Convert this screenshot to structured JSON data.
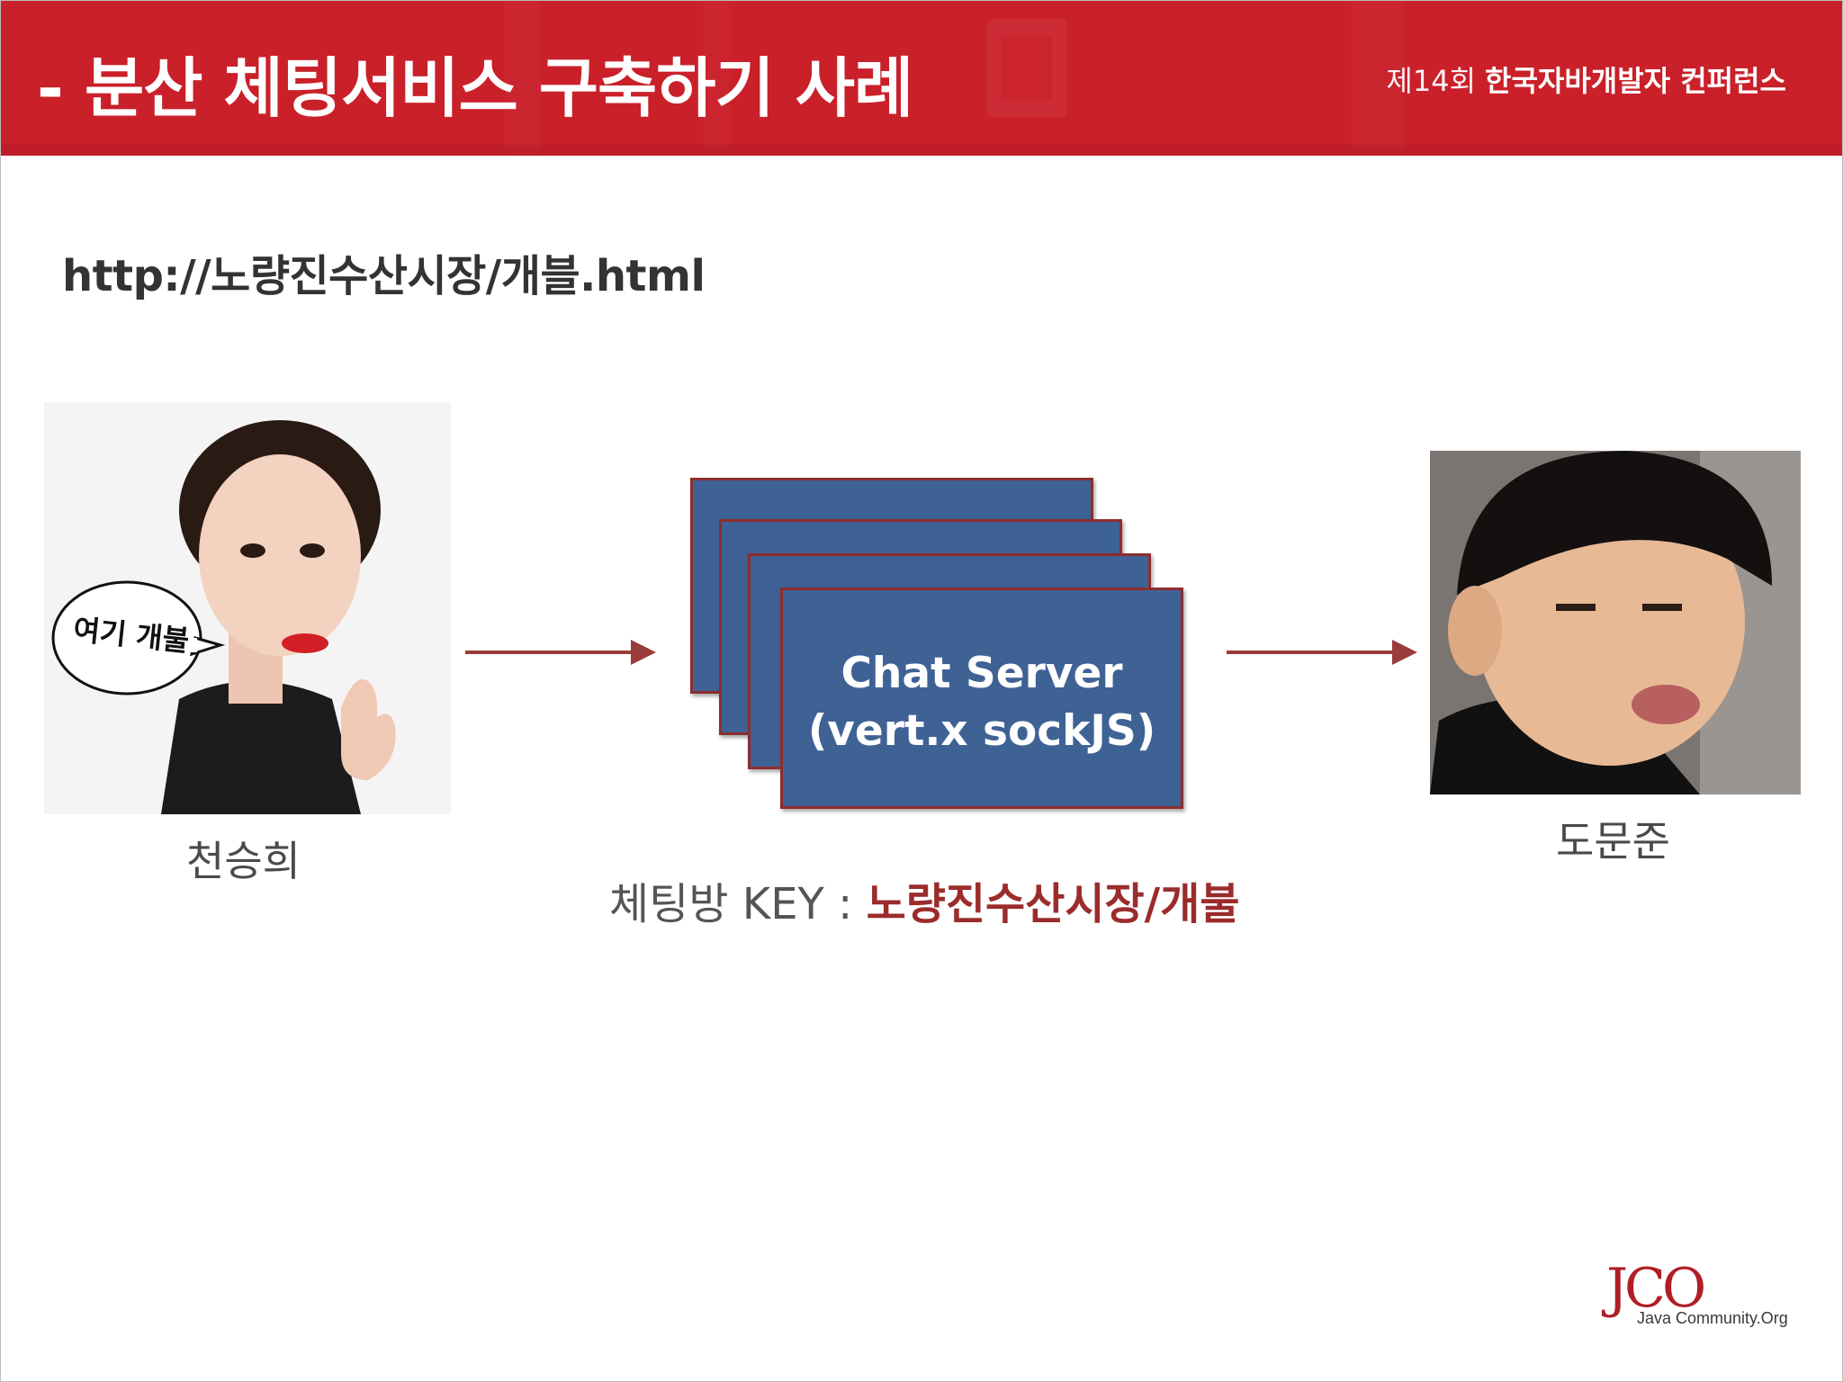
{
  "header": {
    "title": "-  분산 체팅서비스 구축하기 사례",
    "conference_number": "제14회",
    "conference_name": "한국자바개발자 컨퍼런스"
  },
  "url_text": "http://노량진수산시장/개블.html",
  "sender": {
    "name": "천승희",
    "speech_bubble": "여기 개불"
  },
  "receiver": {
    "name": "도문준"
  },
  "server": {
    "line1": "Chat Server",
    "line2": "(vert.x sockJS)"
  },
  "room_key": {
    "label": "체팅방 KEY : ",
    "value": "노량진수산시장/개불"
  },
  "logo": {
    "mark": "JCO",
    "subtitle": "Java Community.Org"
  },
  "colors": {
    "header_red": "#c9202a",
    "server_blue": "#3f6295",
    "server_border": "#8e2d2d",
    "arrow": "#9b3b3b",
    "key_red": "#9b2c2c"
  }
}
